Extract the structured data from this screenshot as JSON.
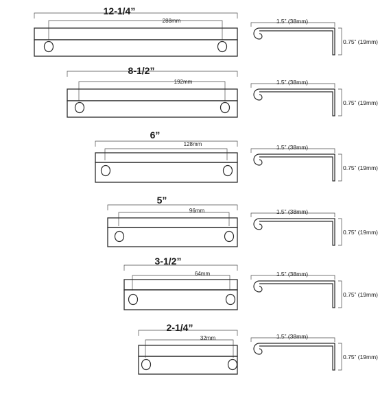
{
  "colors": {
    "ink": "#2b2b2b",
    "line": "#4a4a4a",
    "background": "#ffffff"
  },
  "handles": [
    {
      "overall": "12-1/4”",
      "hole_spacing": "288mm",
      "projection": "1.5” (38mm)",
      "height": "0.75” (19mm)"
    },
    {
      "overall": "8-1/2”",
      "hole_spacing": "192mm",
      "projection": "1.5” (38mm)",
      "height": "0.75” (19mm)"
    },
    {
      "overall": "6”",
      "hole_spacing": "128mm",
      "projection": "1.5” (38mm)",
      "height": "0.75” (19mm)"
    },
    {
      "overall": "5”",
      "hole_spacing": "96mm",
      "projection": "1.5” (38mm)",
      "height": "0.75” (19mm)"
    },
    {
      "overall": "3-1/2”",
      "hole_spacing": "64mm",
      "projection": "1.5” (38mm)",
      "height": "0.75” (19mm)"
    },
    {
      "overall": "2-1/4”",
      "hole_spacing": "32mm",
      "projection": "1.5” (38mm)",
      "height": "0.75” (19mm)"
    }
  ]
}
